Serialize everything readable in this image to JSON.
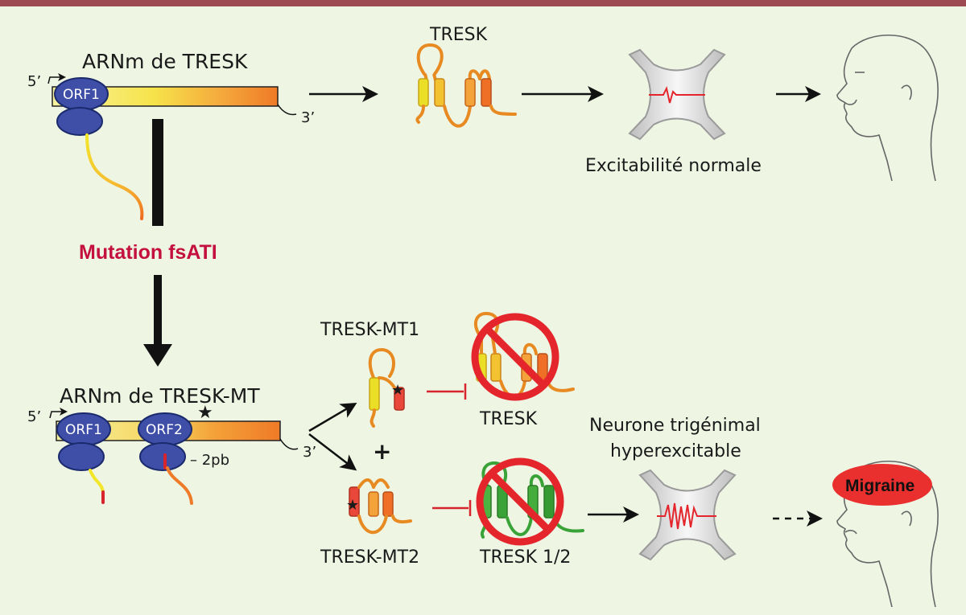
{
  "labels": {
    "mrna_wt": "ARNm de TRESK",
    "five_prime": "5’",
    "three_prime": "3’",
    "orf1": "ORF1",
    "orf2": "ORF2",
    "protein_wt": "TRESK",
    "normal_excitability": "Excitabilité normale",
    "mutation": "Mutation fsATI",
    "mrna_mt": "ARNm de TRESK-MT",
    "minus_2pb": "– 2pb",
    "mt1": "TRESK-MT1",
    "mt2": "TRESK-MT2",
    "plus": "+",
    "tresk_inhibited": "TRESK",
    "tresk_12": "TRESK 1/2",
    "neuron_line1": "Neurone trigénimal",
    "neuron_line2": "hyperexcitable",
    "migraine": "Migraine"
  },
  "colors": {
    "top_bar": "#9e4a52",
    "background": "#eef5e3",
    "ribosome": "#3f4fa8",
    "mutation_text": "#c4103f",
    "inhibition": "#d8242c",
    "prohibition": "#e4262c",
    "tresk_wt_gradient": [
      "#f0ea2c",
      "#f5b03a",
      "#ee6a25"
    ],
    "tresk_12": "#3aa338",
    "migraine_spot": "#ea2f2f"
  }
}
